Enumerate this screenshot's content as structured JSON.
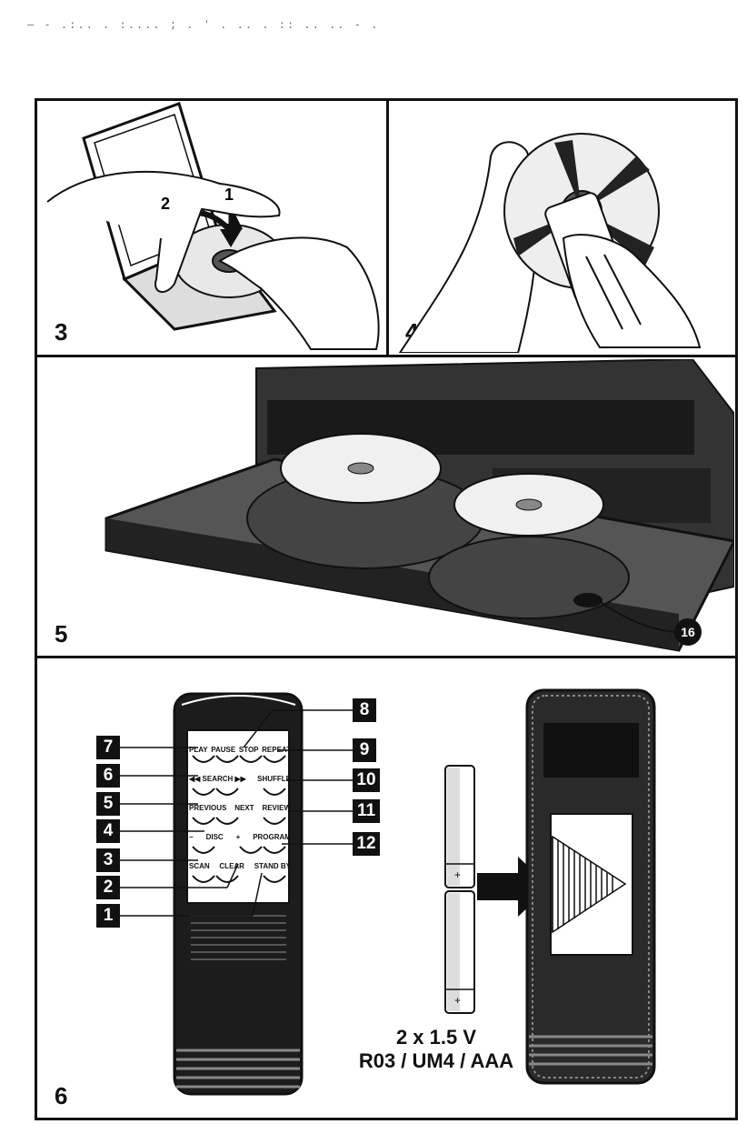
{
  "panels": [
    {
      "number": "3",
      "caption_icon": "hands-inserting-disc-into-case"
    },
    {
      "number": "4",
      "caption_icon": "hand-cleaning-disc-with-cloth"
    },
    {
      "number": "5",
      "caption_icon": "cd-changer-open-tray-with-discs"
    },
    {
      "number": "6",
      "caption_icon": "remote-control-battery-insertion"
    }
  ],
  "panel3": {
    "step_labels": [
      "2",
      "1"
    ]
  },
  "panel5": {
    "callout": "16"
  },
  "remote": {
    "buttons_row1": [
      "PLAY",
      "PAUSE",
      "STOP",
      "REPEAT"
    ],
    "buttons_row2": [
      "◀◀ SEARCH ▶▶",
      "SHUFFLE"
    ],
    "buttons_row3": [
      "PREVIOUS",
      "NEXT",
      "REVIEW"
    ],
    "buttons_row4": [
      "−",
      "DISC",
      "+",
      "PROGRAM"
    ],
    "buttons_row5": [
      "SCAN",
      "CLEAR",
      "STAND BY"
    ],
    "callouts_left": [
      "7",
      "6",
      "5",
      "4",
      "3",
      "2",
      "1"
    ],
    "callouts_right": [
      "8",
      "9",
      "10",
      "11",
      "12"
    ]
  },
  "batteries": {
    "line1": "2 x 1.5 V",
    "line2": "R03 / UM4 / AAA",
    "polarity": "+"
  }
}
